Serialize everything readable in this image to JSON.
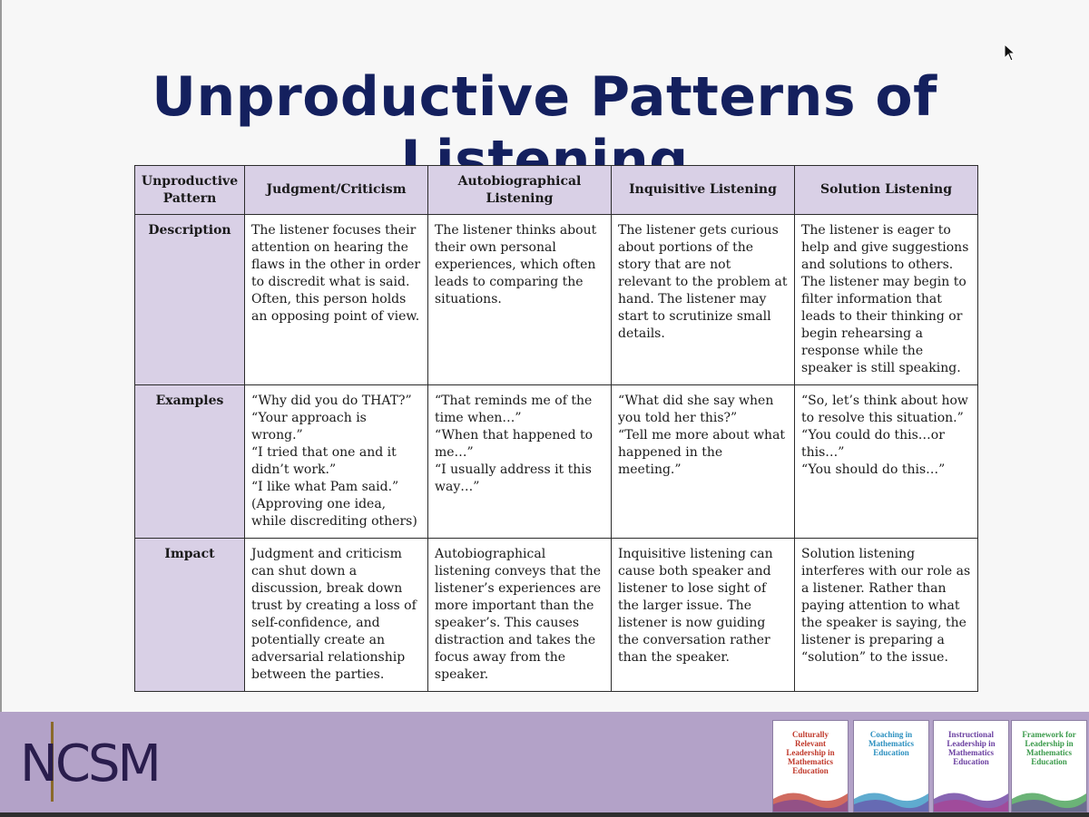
{
  "slide": {
    "title": "Unproductive Patterns of Listening"
  },
  "table": {
    "headers": [
      "Unproductive Pattern",
      "Judgment/Criticism",
      "Autobiographical Listening",
      "Inquisitive Listening",
      "Solution Listening"
    ],
    "rows": [
      {
        "label": "Description",
        "cells": [
          "The listener focuses their attention on hearing the flaws in the other in order to discredit what is said. Often, this person holds an opposing point of view.",
          "The listener thinks about their own personal experiences, which often leads to comparing the situations.",
          "The listener gets curious about portions of the story that are not relevant to the problem at hand.  The listener may start to scrutinize small details.",
          "The listener is eager to help and give suggestions and solutions to others. The listener may begin to filter information that leads to their thinking or begin rehearsing a response while the speaker is still speaking."
        ]
      },
      {
        "label": "Examples",
        "cells": [
          [
            "“Why did you do THAT?”",
            "“Your approach is wrong.”",
            "“I tried that one and it didn’t work.”",
            "“I like what Pam said.” (Approving one idea, while discrediting others)"
          ],
          [
            "“That reminds me of the time when…”",
            "“When that happened to me…”",
            "“I usually address it this way…”"
          ],
          [
            "“What did she say when you told her this?”",
            "“Tell me more about what happened in the meeting.”"
          ],
          [
            "“So, let’s think about how to resolve this situation.”",
            "“You could do this…or this…”",
            "“You should do this…”"
          ]
        ]
      },
      {
        "label": "Impact",
        "cells": [
          "Judgment and criticism can shut down a discussion, break down trust by creating a loss of self-confidence, and potentially create an adversarial relationship between the parties.",
          "Autobiographical listening conveys that the listener’s experiences are more important than the speaker’s.  This causes distraction and takes the focus away from the speaker.",
          "Inquisitive listening can cause both speaker and listener to lose sight of the larger issue.  The listener is now guiding the conversation rather than the speaker.",
          "Solution listening interferes with our role as a listener.  Rather than paying attention to what the speaker is saying, the listener is preparing a “solution” to the issue."
        ]
      }
    ]
  },
  "footer": {
    "logo": "NCSM",
    "books": [
      {
        "title": "Culturally Relevant Leadership in Mathematics Education",
        "color": "#c0392b"
      },
      {
        "title": "Coaching in Mathematics Education",
        "color": "#2a8fbf"
      },
      {
        "title": "Instructional Leadership in Mathematics Education",
        "color": "#6a3fa0"
      },
      {
        "title": "Framework for Leadership in Mathematics Education",
        "color": "#3a9a4a"
      }
    ]
  }
}
